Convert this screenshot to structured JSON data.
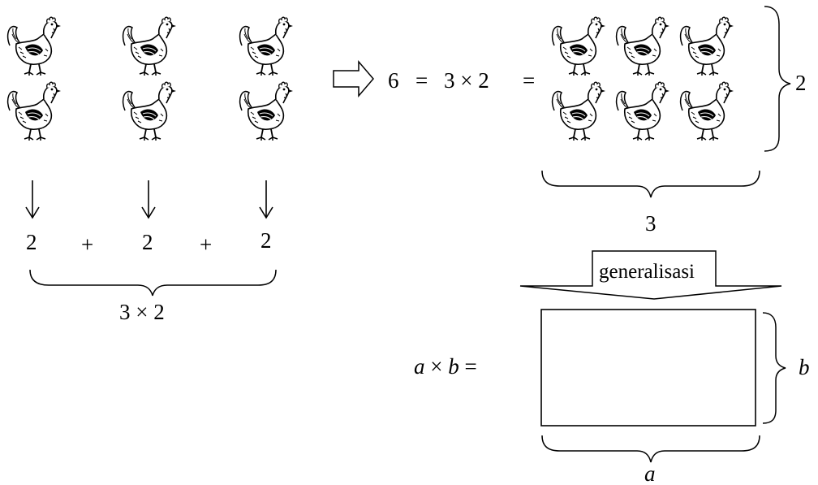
{
  "left_group": {
    "addends": [
      "2",
      "2",
      "2"
    ],
    "plus": "+",
    "product_label": "3 × 2"
  },
  "top_equation": {
    "lhs": "6",
    "eq1": "=",
    "middle": "3 × 2",
    "eq2": "=",
    "rows_label": "2",
    "cols_label": "3"
  },
  "generalization": {
    "label": "generalisasi",
    "lhs": "a × b =",
    "width_label": "a",
    "height_label": "b"
  }
}
